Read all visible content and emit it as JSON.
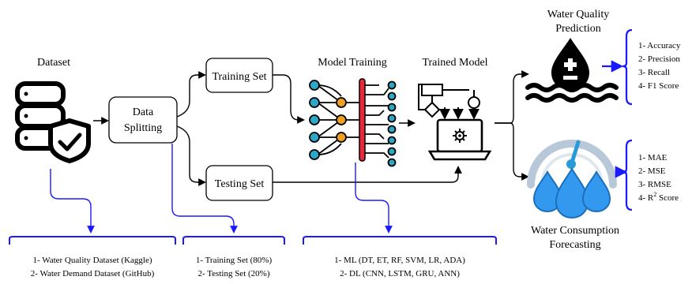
{
  "nodes": {
    "dataset": "Dataset",
    "data_splitting_1": "Data",
    "data_splitting_2": "Splitting",
    "training_set": "Training Set",
    "testing_set": "Testing Set",
    "model_training": "Model Training",
    "trained_model": "Trained Model",
    "wq_prediction_1": "Water Quality",
    "wq_prediction_2": "Prediction",
    "wc_forecasting_1": "Water Consumption",
    "wc_forecasting_2": "Forecasting"
  },
  "metrics": {
    "quality": [
      "1- Accuracy",
      "2- Precision",
      "3- Recall",
      "4- F1 Score"
    ],
    "consumption_1": "1- MAE",
    "consumption_2": "2- MSE",
    "consumption_3": "3- RMSE",
    "consumption_4_prefix": "4- R",
    "consumption_4_sup": "2",
    "consumption_4_suffix": " Score"
  },
  "details": {
    "datasets": [
      "1- Water Quality Dataset  (Kaggle)",
      "2- Water Demand Dataset (GitHub)"
    ],
    "splits": [
      "1- Training Set (80%)",
      "2- Testing Set (20%)"
    ],
    "models": [
      "1- ML (DT, ET, RF, SVM, LR, ADA)",
      "2- DL (CNN, LSTM, GRU, ANN)"
    ]
  },
  "colors": {
    "accent_blue": "#1a1aff",
    "drop_blue": "#3399ee",
    "node_teal": "#2aa8c8",
    "node_orange": "#f0a020",
    "bar_red": "#e8283c",
    "gauge_gray": "#b8c8d8"
  },
  "icons": {
    "dataset": "database-shield-check-icon",
    "model_training": "neural-network-icon",
    "trained_model": "laptop-flowchart-gear-icon",
    "quality": "water-drop-plus-minus-icon",
    "consumption": "gauge-water-drops-icon"
  }
}
